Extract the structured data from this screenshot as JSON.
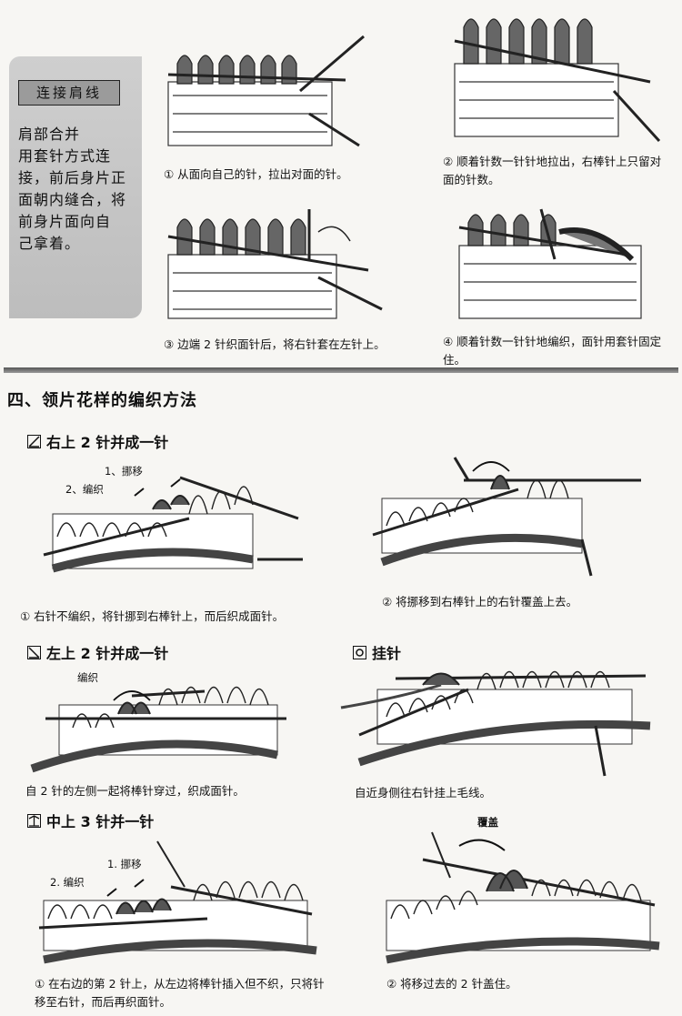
{
  "sidebar": {
    "title": "连接肩线",
    "body": "肩部合并\n用套针方式连\n接，前后身片正\n面朝内缝合，将\n前身片面向自\n己拿着。"
  },
  "shoulder_steps": [
    {
      "caption": "① 从面向自己的针，拉出对面的针。"
    },
    {
      "caption": "② 顺着针数一针针地拉出，右棒针上只留对面的针数。"
    },
    {
      "caption": "③ 边端 2 针织面针后，将右针套在左针上。"
    },
    {
      "caption": "④ 顺着针数一针针地编织，面针用套针固定住。"
    }
  ],
  "section4": {
    "title": "四、领片花样的编织方法",
    "right_over_left": {
      "title": "右上 2 针并成一针",
      "labels": {
        "move": "1、挪移",
        "knit": "2、编织"
      },
      "caption1": "① 右针不编织，将针挪到右棒针上，而后织成面针。",
      "caption2": "② 将挪移到右棒针上的右针覆盖上去。"
    },
    "left_over_right": {
      "title": "左上 2 针并成一针",
      "labels": {
        "knit": "编织"
      },
      "caption": "自 2 针的左侧一起将棒针穿过，织成面针。"
    },
    "yarn_over": {
      "title": "挂针",
      "caption": "自近身侧往右针挂上毛线。"
    },
    "center_three": {
      "title": "中上 3 针并一针",
      "labels": {
        "move": "1. 挪移",
        "knit": "2. 编织",
        "cover": "覆盖"
      },
      "caption1": "① 在右边的第 2 针上，从左边将棒针插入但不织，只将针移至右针，而后再织面针。",
      "caption2": "② 将移过去的 2 针盖住。"
    }
  },
  "icons": [
    "right-over-left-icon",
    "left-over-right-icon",
    "yarn-over-icon",
    "center-three-icon"
  ]
}
